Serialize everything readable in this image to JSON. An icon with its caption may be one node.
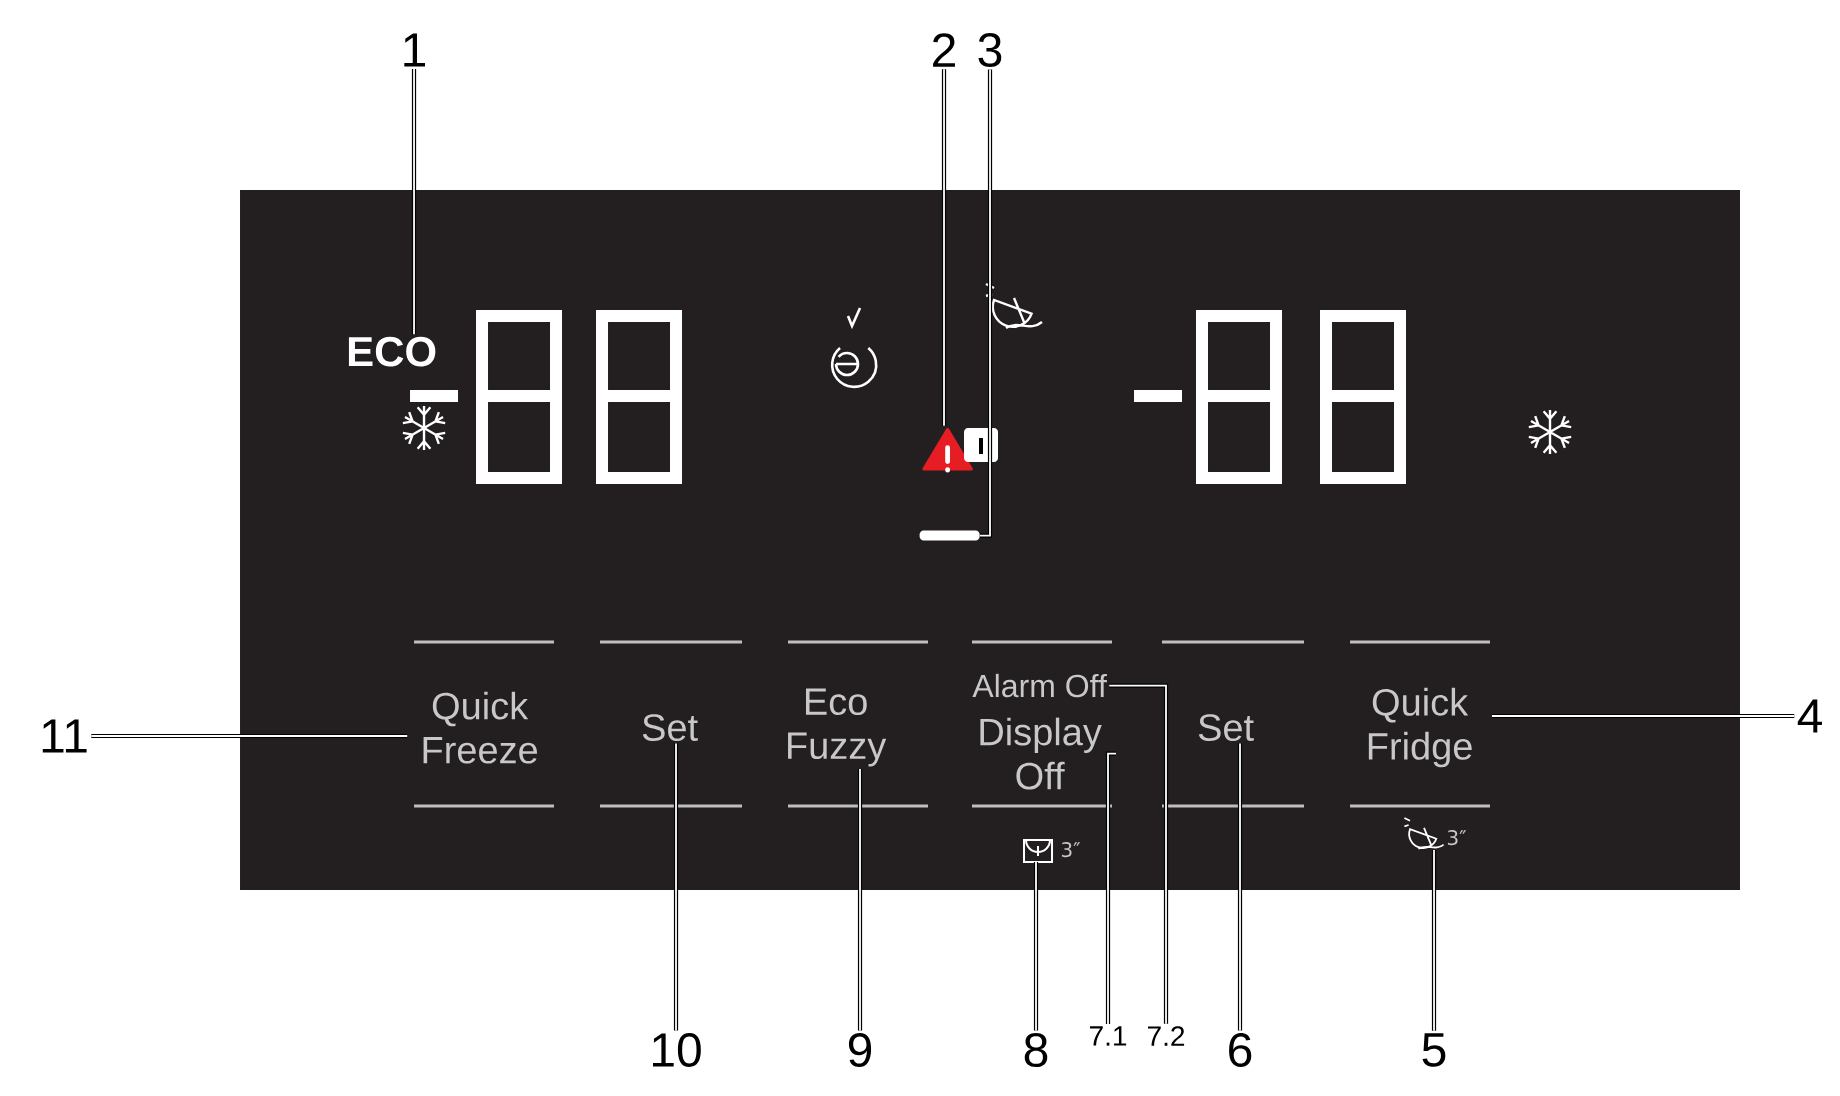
{
  "diagram": {
    "nodes": [
      {
        "text": [],
        "shape": "box"
      },
      {
        "text": [
          "1"
        ]
      },
      {
        "text": [
          "2"
        ]
      },
      {
        "text": [
          "3"
        ]
      },
      {
        "text": [
          "ECO"
        ],
        "in": 0
      },
      {
        "text": [],
        "shape": "triangle",
        "in": 0
      },
      {
        "text": [],
        "shape": "bar",
        "in": 0
      },
      {
        "text": [
          "11"
        ]
      },
      {
        "text": [
          "Quick Freeze"
        ],
        "in": 0
      },
      {
        "text": [
          "Set"
        ],
        "in": 0
      },
      {
        "text": [
          "Eco Fuzzy"
        ],
        "in": 0
      },
      {
        "text": [
          "Alarm Off"
        ],
        "in": 0
      },
      {
        "text": [
          "Display Off"
        ],
        "in": 0
      },
      {
        "text": [
          "Set"
        ],
        "in": 0
      },
      {
        "text": [
          "Quick Fridge"
        ],
        "in": 0
      },
      {
        "text": [
          "4"
        ]
      },
      {
        "text": [],
        "shape": "picture",
        "in": 0,
        "beside": [
          "3″"
        ]
      },
      {
        "text": [],
        "shape": "picture",
        "in": 0,
        "beside": [
          "3″"
        ]
      },
      {
        "text": [
          "10"
        ]
      },
      {
        "text": [
          "9"
        ]
      },
      {
        "text": [
          "8"
        ]
      },
      {
        "text": [
          "7.1"
        ]
      },
      {
        "text": [
          "7.2"
        ]
      },
      {
        "text": [
          "6"
        ]
      },
      {
        "text": [
          "5"
        ]
      }
    ],
    "edges": [
      {
        "from": 1,
        "to": 4,
        "arrow": "none"
      },
      {
        "from": 2,
        "to": 5,
        "arrow": "none"
      },
      {
        "from": 3,
        "to": 6,
        "arrow": "none"
      },
      {
        "from": 7,
        "to": 8,
        "arrow": "none"
      },
      {
        "from": 15,
        "to": 14,
        "arrow": "none"
      },
      {
        "from": 18,
        "to": 9,
        "arrow": "none"
      },
      {
        "from": 19,
        "to": 10,
        "arrow": "none"
      },
      {
        "from": 20,
        "to": 16,
        "arrow": "none"
      },
      {
        "from": 21,
        "to": 12,
        "arrow": "none"
      },
      {
        "from": 22,
        "to": 11,
        "arrow": "none"
      },
      {
        "from": 23,
        "to": 13,
        "arrow": "none"
      },
      {
        "from": 24,
        "to": 17,
        "arrow": "none"
      }
    ]
  }
}
